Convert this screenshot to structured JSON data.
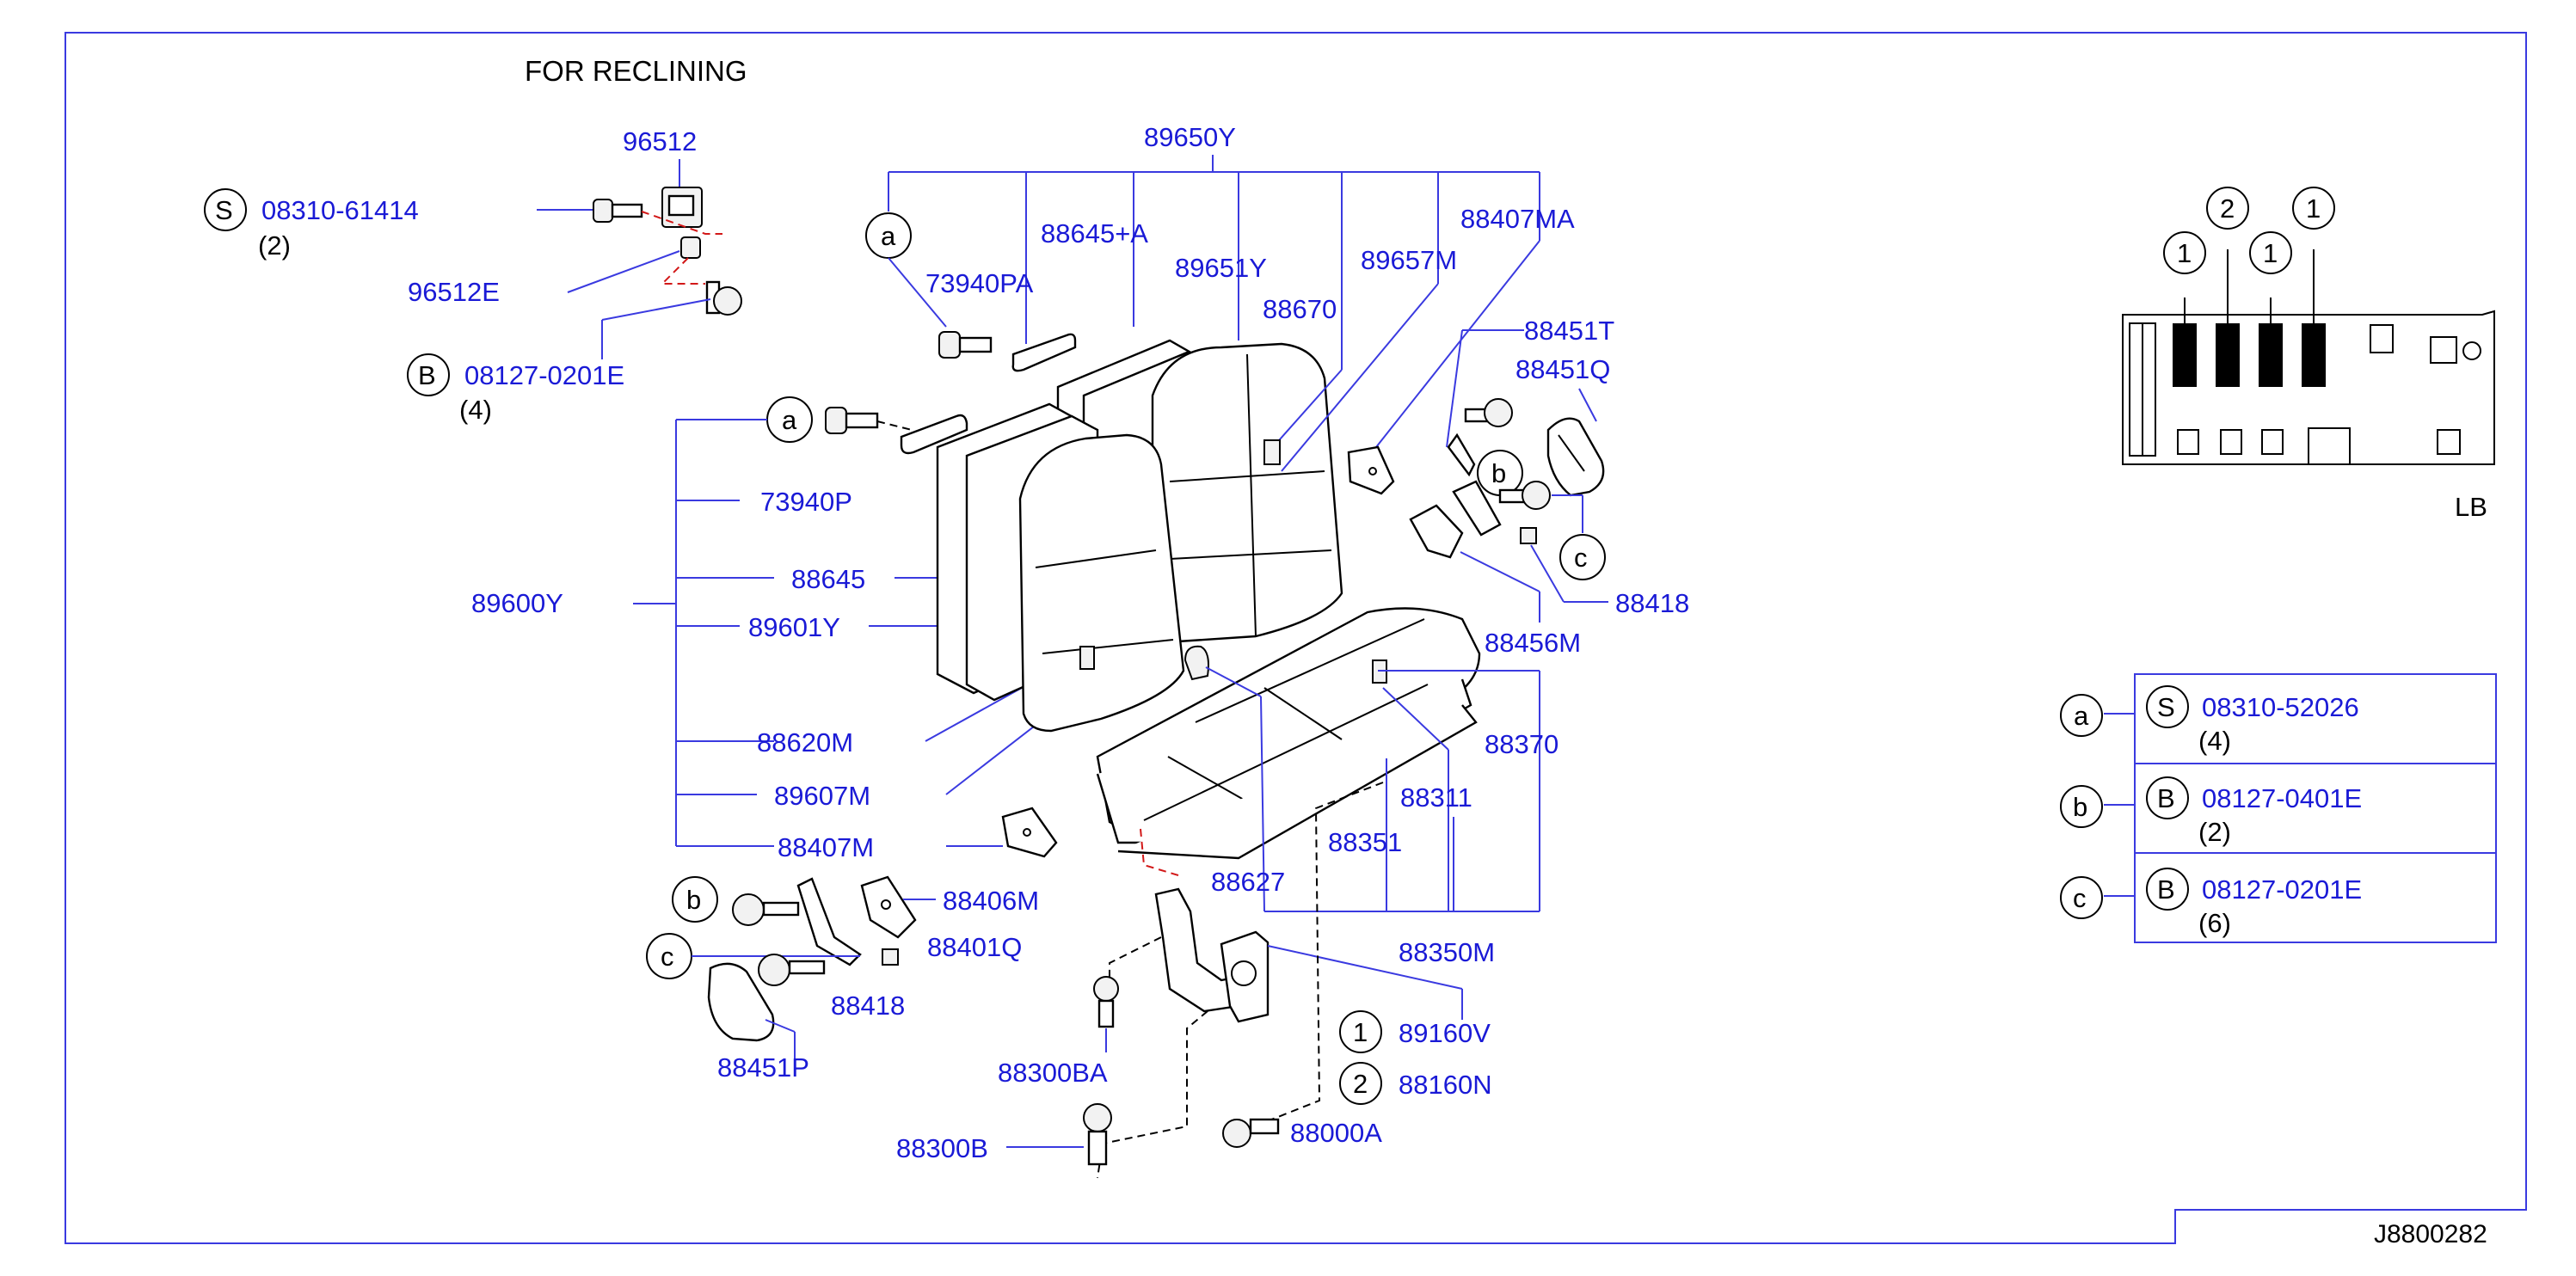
{
  "title": "FOR  RECLINING",
  "diagram_id": "J8800282",
  "side_label": "LB",
  "colors": {
    "part_number": "#1a1ad6",
    "frame": "#3a3ae0",
    "text": "#000000",
    "fastener_guide": "#d21818"
  },
  "symbols": {
    "s": "S",
    "b": "B",
    "a": "a",
    "bl": "b",
    "c": "c",
    "one": "1",
    "two": "2"
  },
  "labels": {
    "p96512": "96512",
    "p08310_61414": "08310-61414",
    "q2a": "(2)",
    "p96512E": "96512E",
    "p08127_0201E": "08127-0201E",
    "q4a": "(4)",
    "p89650Y": "89650Y",
    "p88645A": "88645+A",
    "p73940PA": "73940PA",
    "p89651Y": "89651Y",
    "p88670": "88670",
    "p89657M": "89657M",
    "p88407MA": "88407MA",
    "p88451T": "88451T",
    "p88451Q": "88451Q",
    "p73940P": "73940P",
    "p88645": "88645",
    "p89600Y": "89600Y",
    "p89601Y": "89601Y",
    "p88620M": "88620M",
    "p89607M": "89607M",
    "p88407M": "88407M",
    "p88418a": "88418",
    "p88456M": "88456M",
    "p88370": "88370",
    "p88311": "88311",
    "p88351": "88351",
    "p88627": "88627",
    "p88350M": "88350M",
    "p88406M": "88406M",
    "p88401Q": "88401Q",
    "p88418b": "88418",
    "p88451P": "88451P",
    "p88300BA": "88300BA",
    "p88300B": "88300B",
    "p89160V": "89160V",
    "p88160N": "88160N",
    "p88000A": "88000A"
  },
  "fastener_table": [
    {
      "key": "a",
      "symbol": "S",
      "part": "08310-52026",
      "qty": "(4)"
    },
    {
      "key": "b",
      "symbol": "B",
      "part": "08127-0401E",
      "qty": "(2)"
    },
    {
      "key": "c",
      "symbol": "B",
      "part": "08127-0201E",
      "qty": "(6)"
    }
  ],
  "locator_callouts": [
    "1",
    "2",
    "1",
    "1"
  ],
  "icons": [
    "circle-symbol",
    "bolt-icon",
    "seat-assembly",
    "seat-locator-map"
  ]
}
